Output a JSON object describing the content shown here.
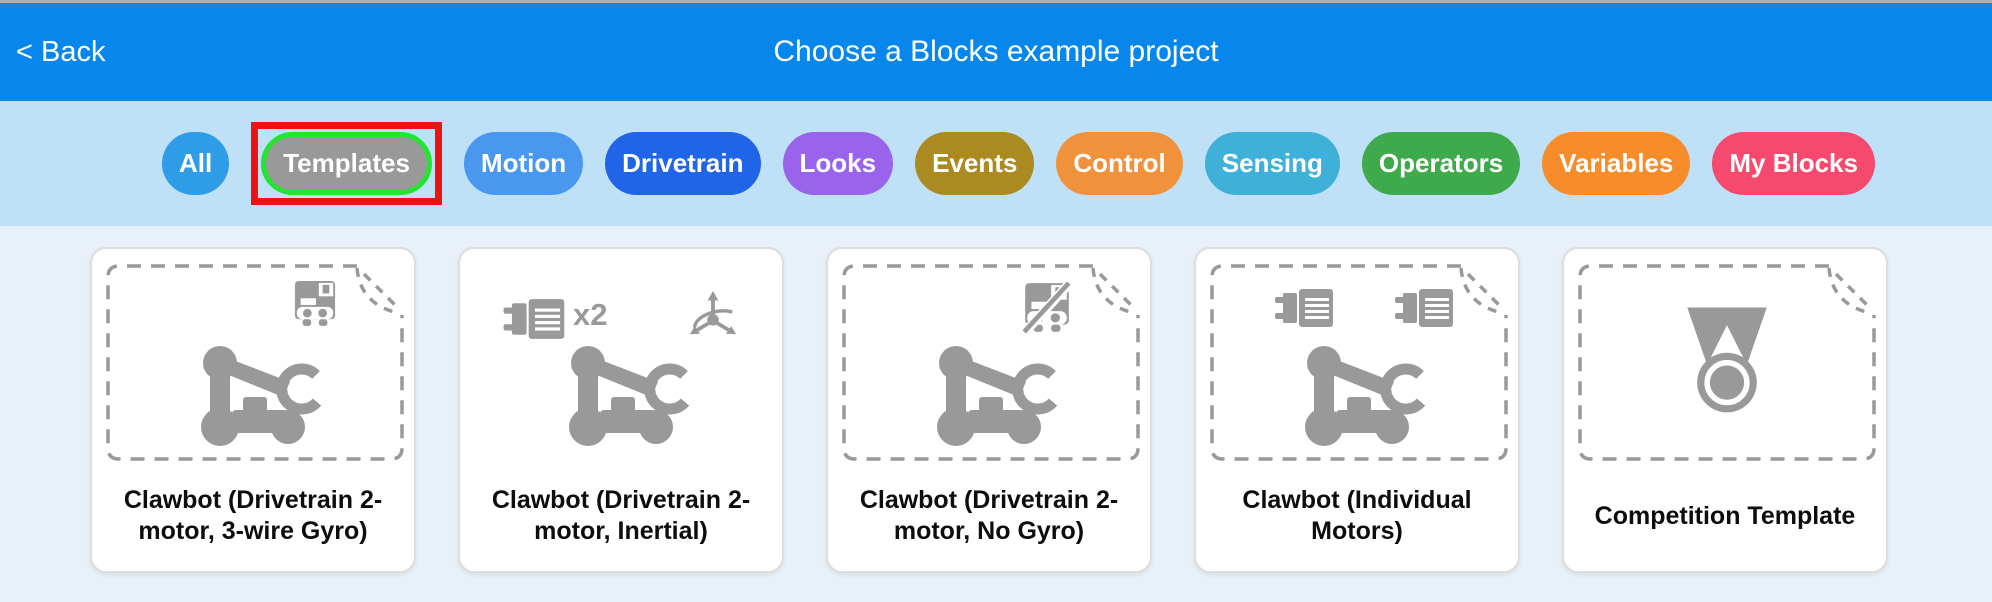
{
  "header": {
    "back_label": "< Back",
    "title": "Choose a Blocks example project",
    "bg_color": "#0787ec"
  },
  "filter_bar": {
    "bg_color": "#bee1f7",
    "selected_label": "Templates",
    "selected_ring_color": "#25e331",
    "annotation_box_color": "#ec1313",
    "items": [
      {
        "label": "All",
        "color": "#2f9ce8",
        "selected": false
      },
      {
        "label": "Templates",
        "color": "#999999",
        "selected": true
      },
      {
        "label": "Motion",
        "color": "#4a97f0",
        "selected": false
      },
      {
        "label": "Drivetrain",
        "color": "#2064e8",
        "selected": false
      },
      {
        "label": "Looks",
        "color": "#9a63ec",
        "selected": false
      },
      {
        "label": "Events",
        "color": "#aa8a21",
        "selected": false
      },
      {
        "label": "Control",
        "color": "#f0923c",
        "selected": false
      },
      {
        "label": "Sensing",
        "color": "#3fb0d8",
        "selected": false
      },
      {
        "label": "Operators",
        "color": "#3eaa4b",
        "selected": false
      },
      {
        "label": "Variables",
        "color": "#f78c2b",
        "selected": false
      },
      {
        "label": "My Blocks",
        "color": "#f54a6e",
        "selected": false
      }
    ]
  },
  "projects": {
    "bg_color": "#e8f0fa",
    "icon_color": "#999999",
    "cards": [
      {
        "title": "Clawbot (Drivetrain 2-motor, 3-wire Gyro)",
        "dashed_template": true,
        "icons": [
          "gyro-sensor",
          "clawbot"
        ]
      },
      {
        "title": "Clawbot (Drivetrain 2-motor, Inertial)",
        "dashed_template": false,
        "motor_count_badge": "x2",
        "icons": [
          "motor",
          "inertial-sensor",
          "clawbot"
        ]
      },
      {
        "title": "Clawbot (Drivetrain 2-motor, No Gyro)",
        "dashed_template": true,
        "icons": [
          "no-gyro-sensor",
          "clawbot"
        ]
      },
      {
        "title": "Clawbot (Individual Motors)",
        "dashed_template": true,
        "icons": [
          "motor",
          "motor",
          "clawbot"
        ]
      },
      {
        "title": "Competition Template",
        "dashed_template": true,
        "icons": [
          "competition-medal"
        ]
      }
    ]
  }
}
